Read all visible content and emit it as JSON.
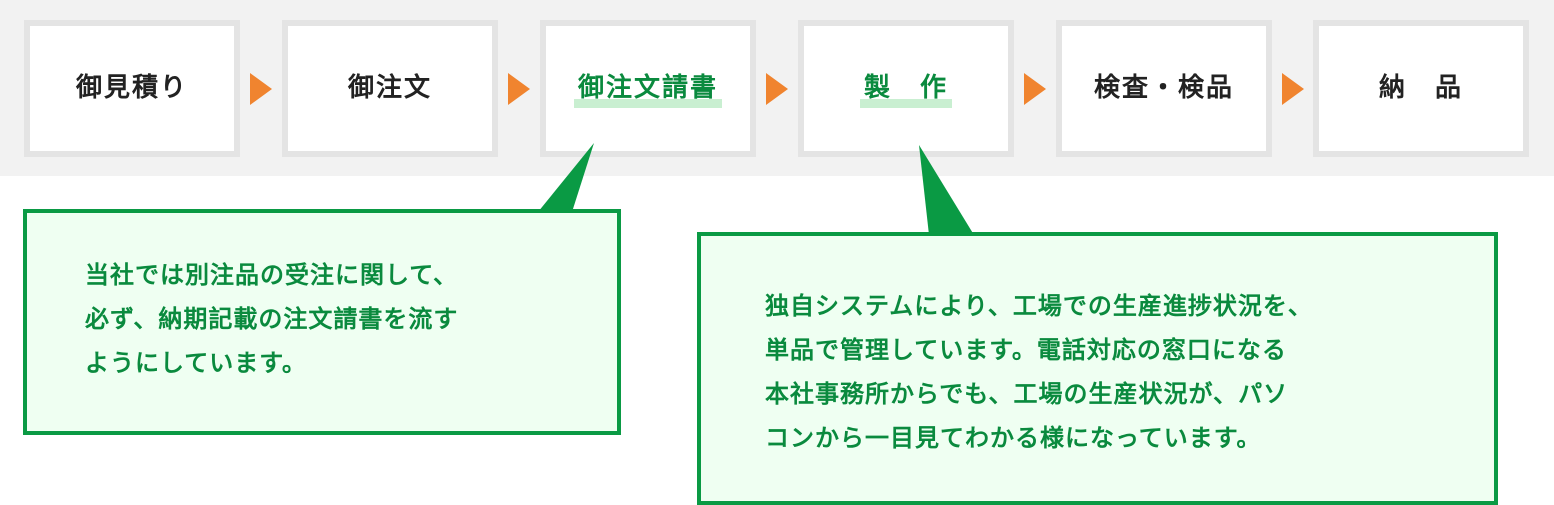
{
  "colors": {
    "band_bg": "#f2f2f2",
    "step_border": "#e4e4e4",
    "arrow": "#f0842f",
    "active_text": "#0a8a3e",
    "active_highlight": "#c9efd1",
    "callout_border": "#0a9a44",
    "callout_bg": "#effff2"
  },
  "flow": {
    "steps": [
      {
        "label": "御見積り",
        "active": false
      },
      {
        "label": "御注文",
        "active": false
      },
      {
        "label": "御注文請書",
        "active": true
      },
      {
        "label": "製　作",
        "active": true
      },
      {
        "label": "検査・検品",
        "active": false
      },
      {
        "label": "納　品",
        "active": false
      }
    ],
    "arrow_icon": "triangle-right-icon"
  },
  "callouts": [
    {
      "target_step": "御注文請書",
      "lines": [
        "当社では別注品の受注に関して、",
        "必ず、納期記載の注文請書を流す",
        "ようにしています。"
      ]
    },
    {
      "target_step": "製　作",
      "lines": [
        "独自システムにより、工場での生産進捗状況を、",
        "単品で管理しています。電話対応の窓口になる",
        "本社事務所からでも、工場の生産状況が、パソ",
        "コンから一目見てわかる様になっています。"
      ]
    }
  ]
}
